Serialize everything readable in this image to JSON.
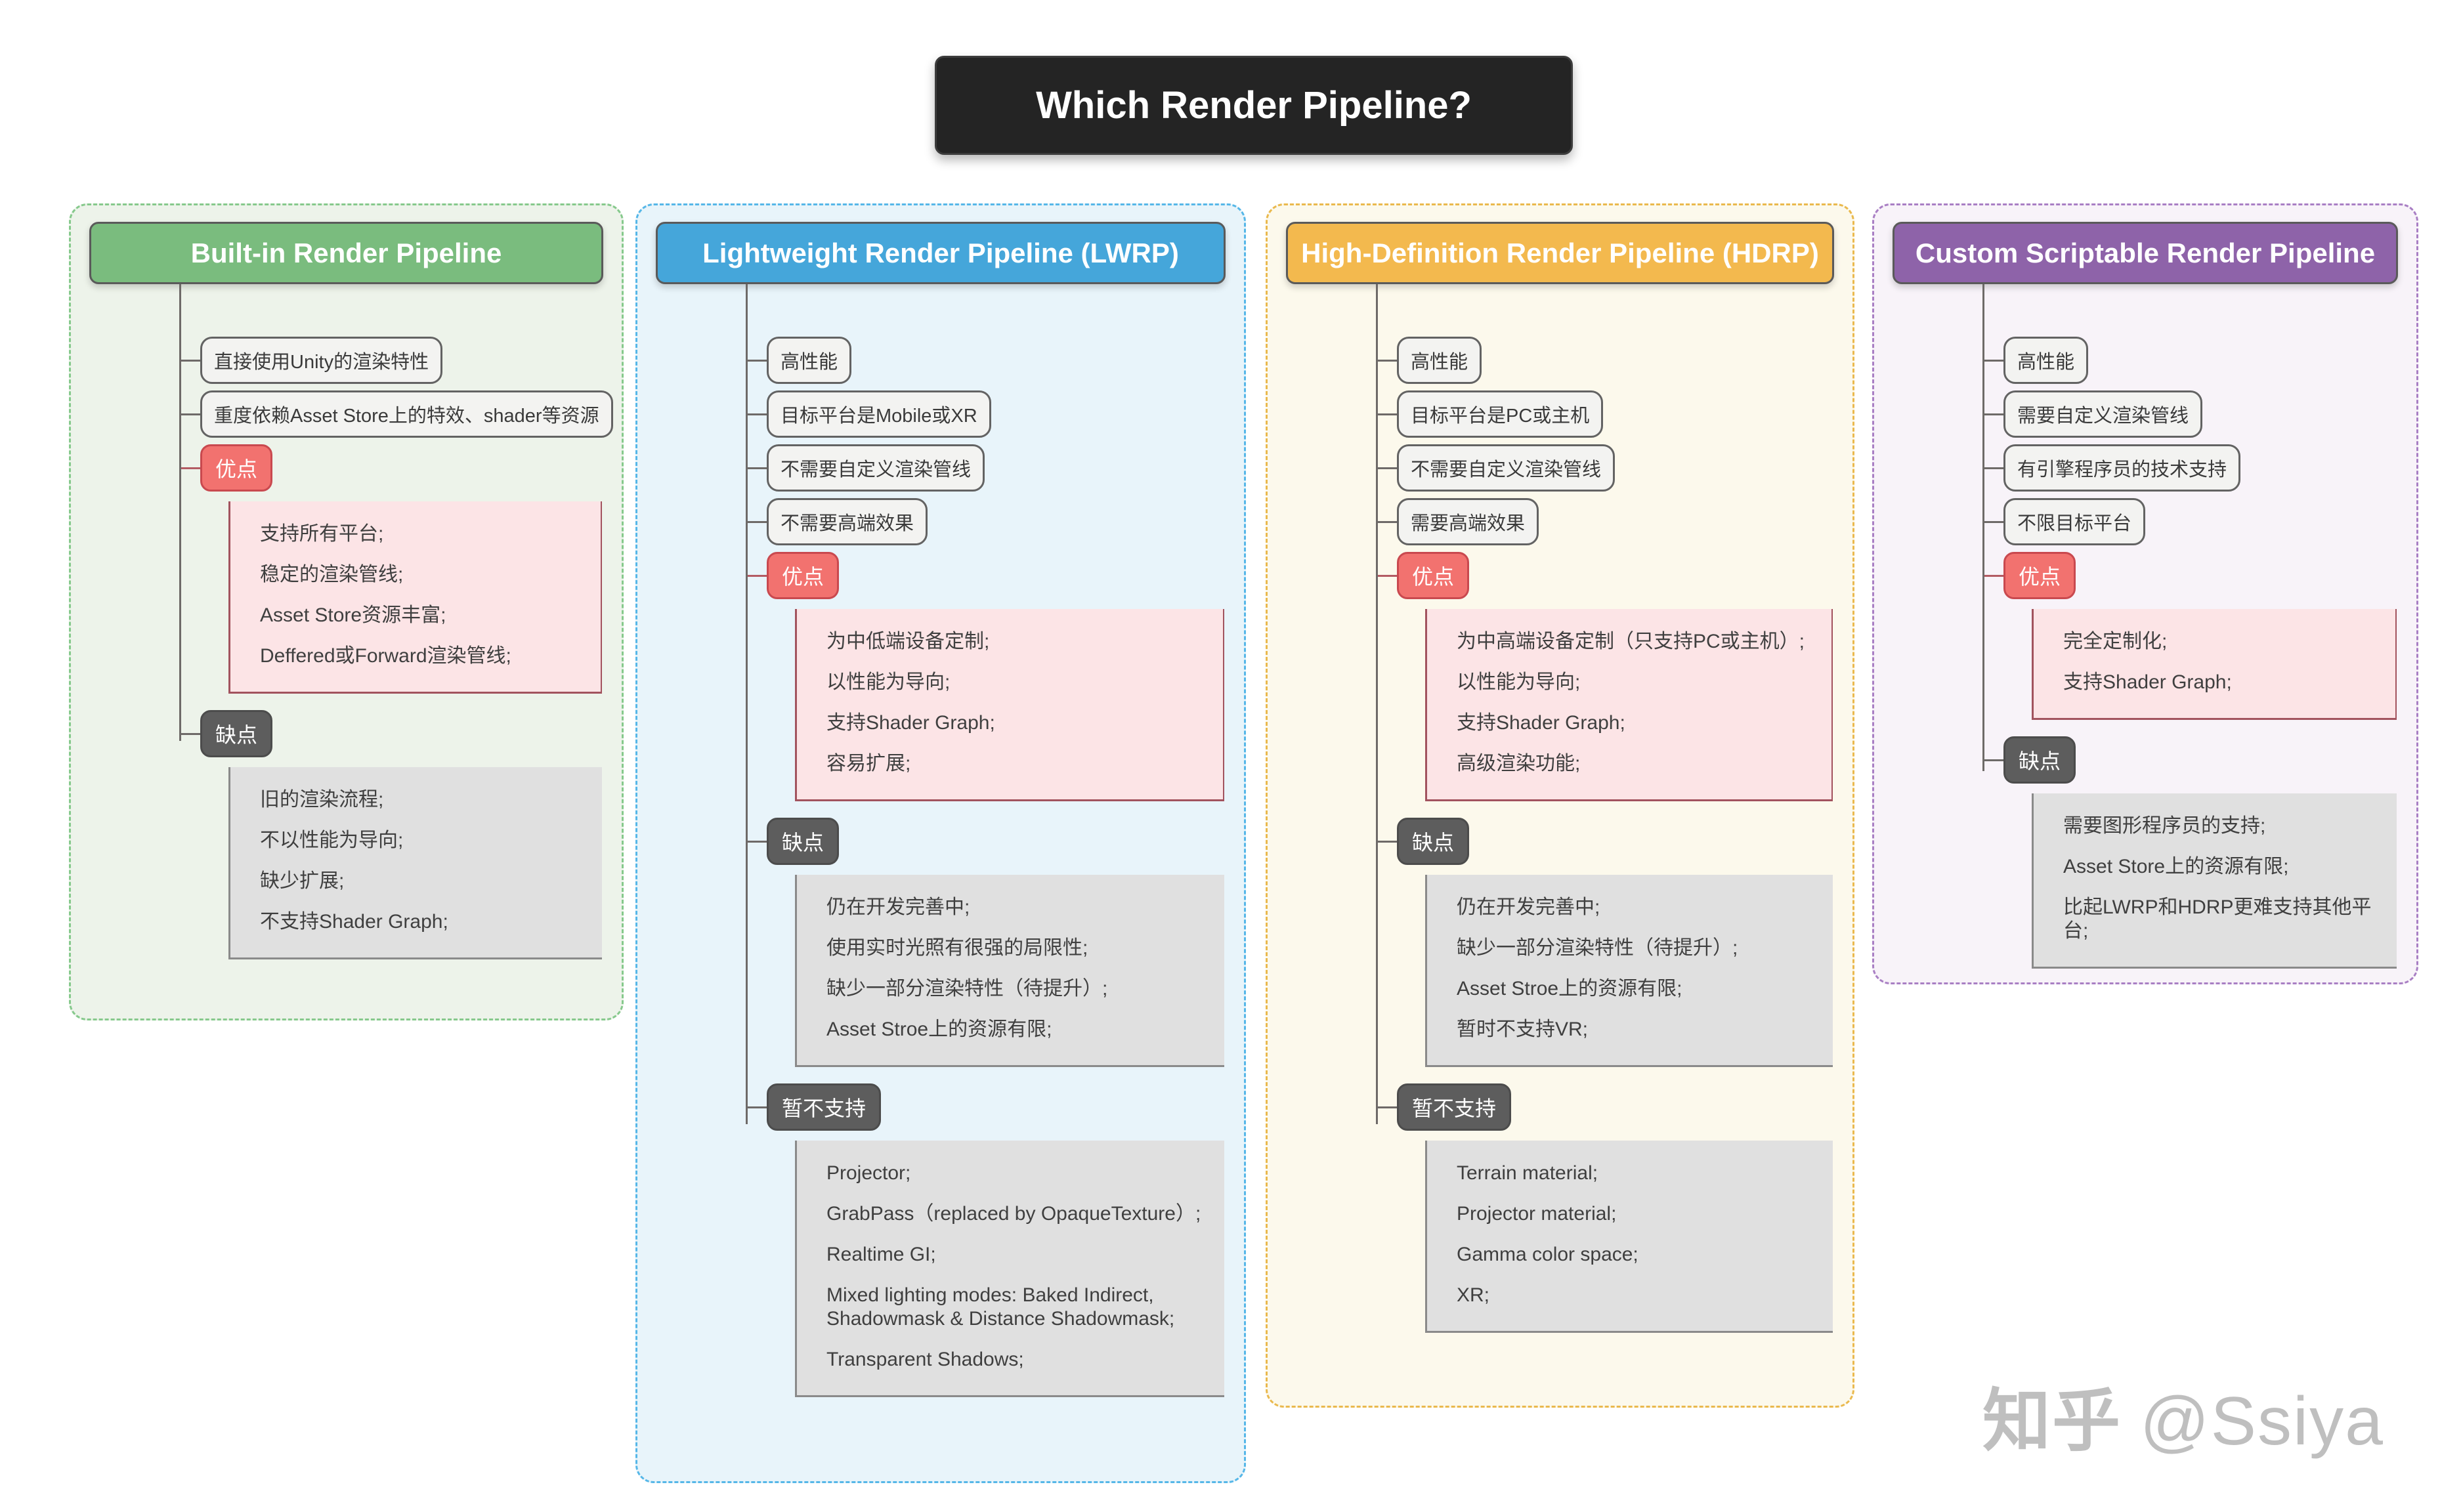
{
  "title": "Which Render Pipeline?",
  "watermark": {
    "site": "知乎",
    "handle": "@Ssiya"
  },
  "palette": {
    "title_bg": "#242424",
    "pros_badge": "#f2726f",
    "pros_box": "#fce4e6",
    "pros_line": "#a2535e",
    "cons_badge": "#5d5d5d",
    "cons_box": "#e0e0e0",
    "cons_line": "#8a8a8a"
  },
  "columns": [
    {
      "key": "builtin",
      "header": "Built-in Render Pipeline",
      "colors": {
        "header_bg": "#7abc7e",
        "container_bg": "#edf3ea",
        "border": "#86c98c"
      },
      "items": [
        "直接使用Unity的渲染特性",
        "重度依赖Asset Store上的特效、shader等资源"
      ],
      "sections": [
        {
          "key": "pros",
          "style": "pros",
          "badge": "优点",
          "lines": [
            "支持所有平台;",
            "稳定的渲染管线;",
            "Asset Store资源丰富;",
            "Deffered或Forward渲染管线;"
          ]
        },
        {
          "key": "cons",
          "style": "cons",
          "badge": "缺点",
          "lines": [
            "旧的渲染流程;",
            "不以性能为导向;",
            "缺少扩展;",
            "不支持Shader Graph;"
          ]
        }
      ]
    },
    {
      "key": "lwrp",
      "header": "Lightweight Render Pipeline (LWRP)",
      "colors": {
        "header_bg": "#45a6da",
        "container_bg": "#e8f4fa",
        "border": "#56b7e8"
      },
      "items": [
        "高性能",
        "目标平台是Mobile或XR",
        "不需要自定义渲染管线",
        "不需要高端效果"
      ],
      "sections": [
        {
          "key": "pros",
          "style": "pros",
          "badge": "优点",
          "lines": [
            "为中低端设备定制;",
            "以性能为导向;",
            "支持Shader Graph;",
            "容易扩展;"
          ]
        },
        {
          "key": "cons",
          "style": "cons",
          "badge": "缺点",
          "lines": [
            "仍在开发完善中;",
            "使用实时光照有很强的局限性;",
            "缺少一部分渲染特性（待提升）;",
            "Asset Stroe上的资源有限;"
          ]
        },
        {
          "key": "unsupported",
          "style": "cons",
          "badge": "暂不支持",
          "lines": [
            "Projector;",
            "GrabPass（replaced by OpaqueTexture）;",
            "Realtime GI;",
            "Mixed lighting modes: Baked Indirect, Shadowmask & Distance Shadowmask;",
            "Transparent Shadows;"
          ]
        }
      ]
    },
    {
      "key": "hdrp",
      "header": "High-Definition Render Pipeline (HDRP)",
      "colors": {
        "header_bg": "#f3b94e",
        "container_bg": "#fcf9ec",
        "border": "#eab94e"
      },
      "items": [
        "高性能",
        "目标平台是PC或主机",
        "不需要自定义渲染管线",
        "需要高端效果"
      ],
      "sections": [
        {
          "key": "pros",
          "style": "pros",
          "badge": "优点",
          "lines": [
            "为中高端设备定制（只支持PC或主机）;",
            "以性能为导向;",
            "支持Shader Graph;",
            "高级渲染功能;"
          ]
        },
        {
          "key": "cons",
          "style": "cons",
          "badge": "缺点",
          "lines": [
            "仍在开发完善中;",
            "缺少一部分渲染特性（待提升）;",
            "Asset Stroe上的资源有限;",
            "暂时不支持VR;"
          ]
        },
        {
          "key": "unsupported",
          "style": "cons",
          "badge": "暂不支持",
          "lines": [
            "Terrain material;",
            "Projector material;",
            "Gamma color space;",
            "XR;"
          ]
        }
      ]
    },
    {
      "key": "custom-srp",
      "header": "Custom Scriptable Render Pipeline",
      "colors": {
        "header_bg": "#8e63a9",
        "container_bg": "#f8f3f9",
        "border": "#a97fc4"
      },
      "items": [
        "高性能",
        "需要自定义渲染管线",
        "有引擎程序员的技术支持",
        "不限目标平台"
      ],
      "sections": [
        {
          "key": "pros",
          "style": "pros",
          "badge": "优点",
          "lines": [
            "完全定制化;",
            "支持Shader Graph;"
          ]
        },
        {
          "key": "cons",
          "style": "cons",
          "badge": "缺点",
          "lines": [
            "需要图形程序员的支持;",
            "Asset Store上的资源有限;",
            "比起LWRP和HDRP更难支持其他平台;"
          ]
        }
      ]
    }
  ]
}
